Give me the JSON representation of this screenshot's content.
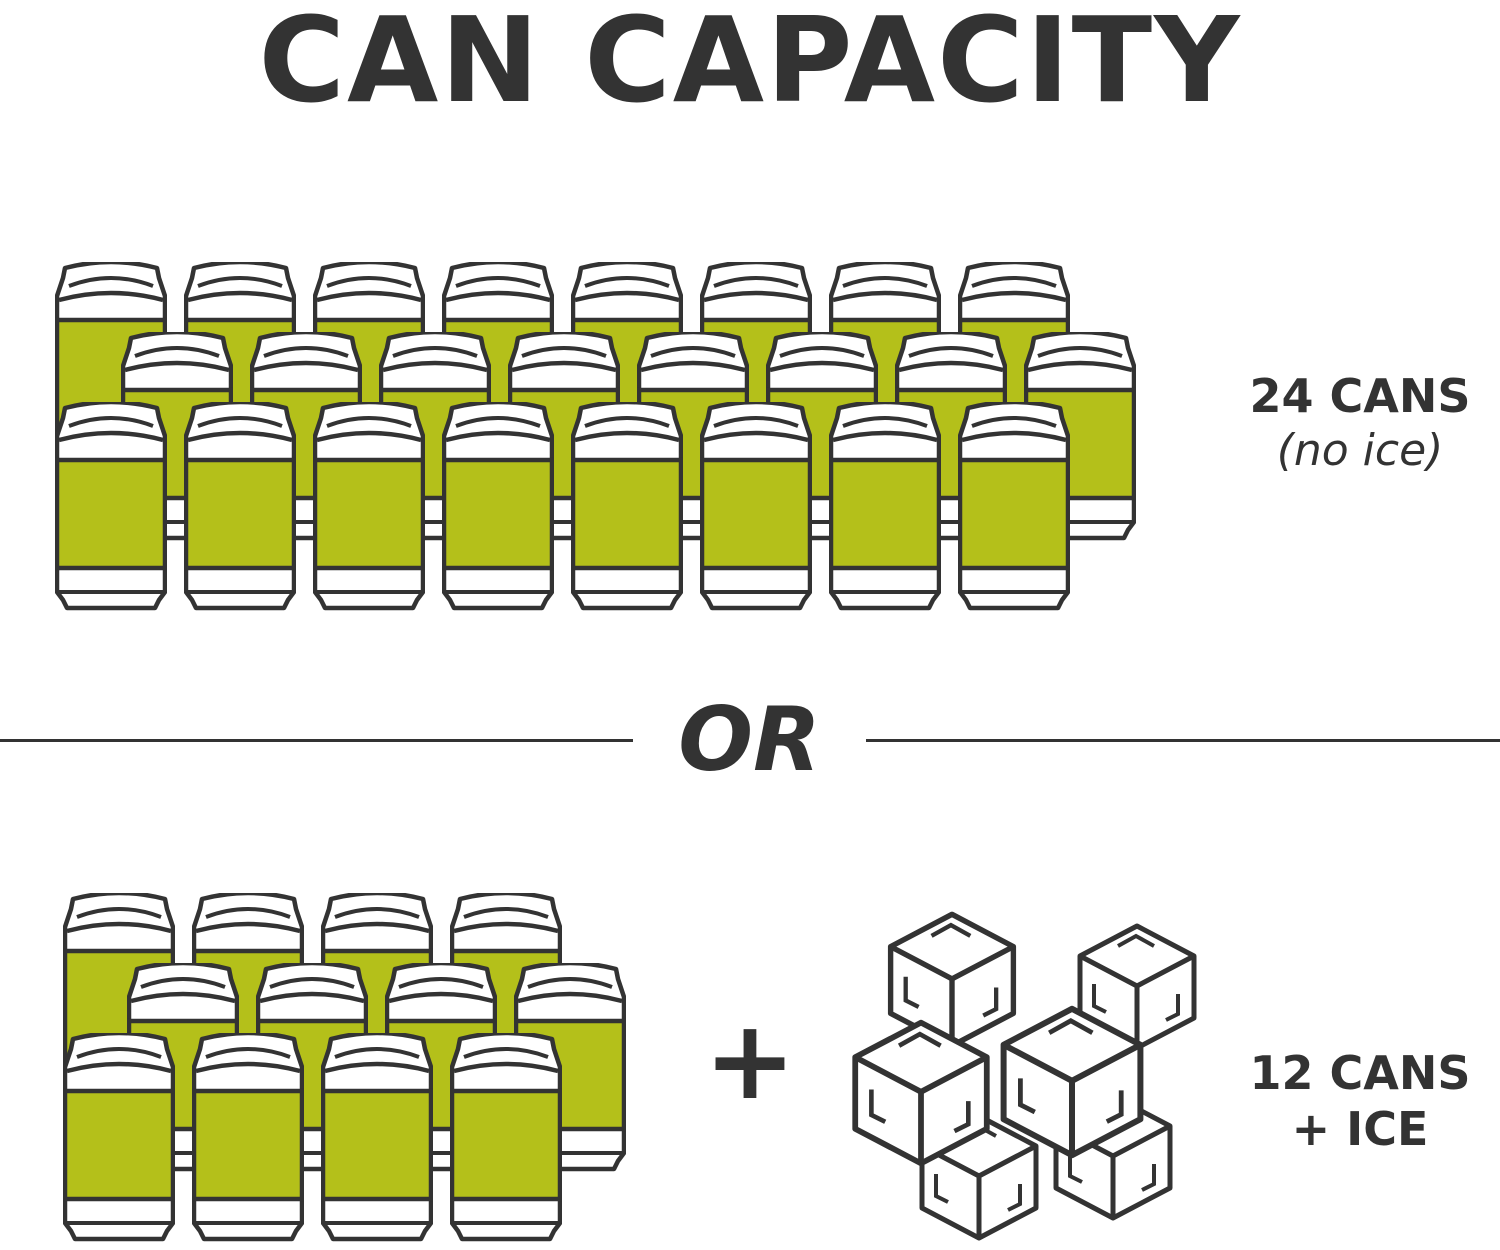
{
  "title": "CAN CAPACITY",
  "option_one": {
    "count_label": "24 CANS",
    "note": "(no ice)",
    "can_count": 24
  },
  "divider": {
    "text": "OR"
  },
  "option_two": {
    "count_label": "12 CANS",
    "extra_label": "+ ICE",
    "plus": "+",
    "can_count": 12
  },
  "colors": {
    "ink": "#333333",
    "can_label": "#b4c01a",
    "background": "#ffffff"
  },
  "icons": [
    "can-icon",
    "ice-cube-icon"
  ]
}
